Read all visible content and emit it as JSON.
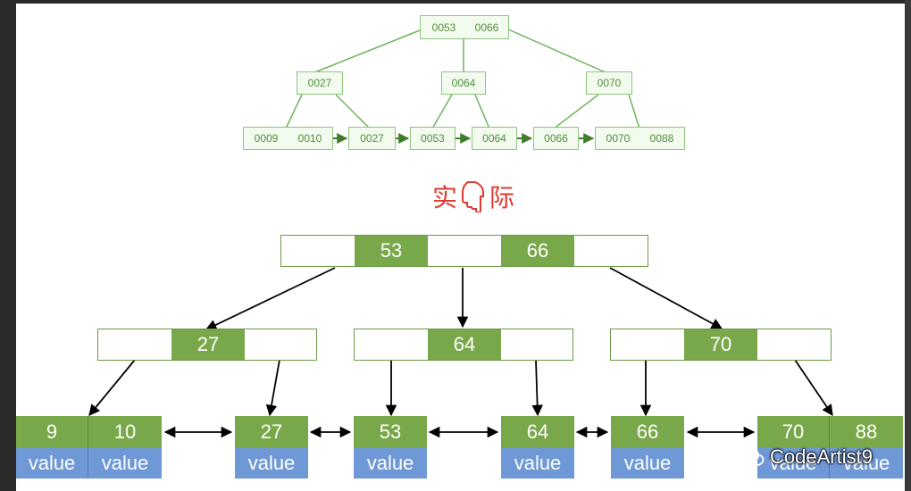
{
  "top_tree": {
    "root": [
      "0053",
      "0066"
    ],
    "mid": [
      "0027",
      "0064",
      "0070"
    ],
    "leaves": [
      "0009",
      "0010",
      "0027",
      "0053",
      "0064",
      "0066",
      "0070",
      "0088"
    ]
  },
  "caption": {
    "before": "实",
    "after": "际",
    "icon": "hand-pointing-down-icon"
  },
  "bottom_tree": {
    "root": [
      "53",
      "66"
    ],
    "mid": [
      "27",
      "64",
      "70"
    ],
    "leaves": [
      "9",
      "10",
      "27",
      "53",
      "64",
      "66",
      "70",
      "88"
    ],
    "value_label": "value"
  },
  "watermark": {
    "text": "CodeArtist9",
    "icon": "wechat-icon"
  },
  "colors": {
    "green_light": "#8fc57f",
    "green_dark": "#79a84a",
    "blue": "#6f98d6",
    "caption_red": "#e03a30"
  }
}
